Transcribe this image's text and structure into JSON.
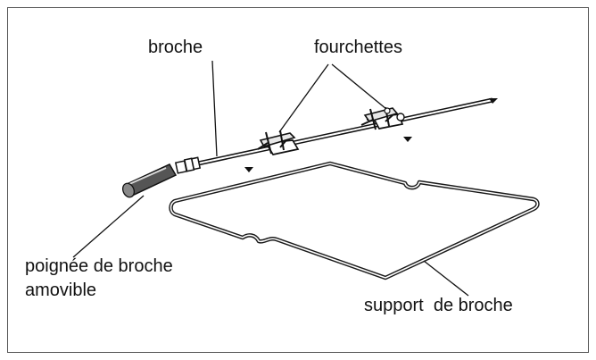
{
  "labels": {
    "broche": "broche",
    "fourchettes": "fourchettes",
    "poignee_line1": "poignée de broche",
    "poignee_line2": "amovible",
    "support": "support  de broche"
  }
}
